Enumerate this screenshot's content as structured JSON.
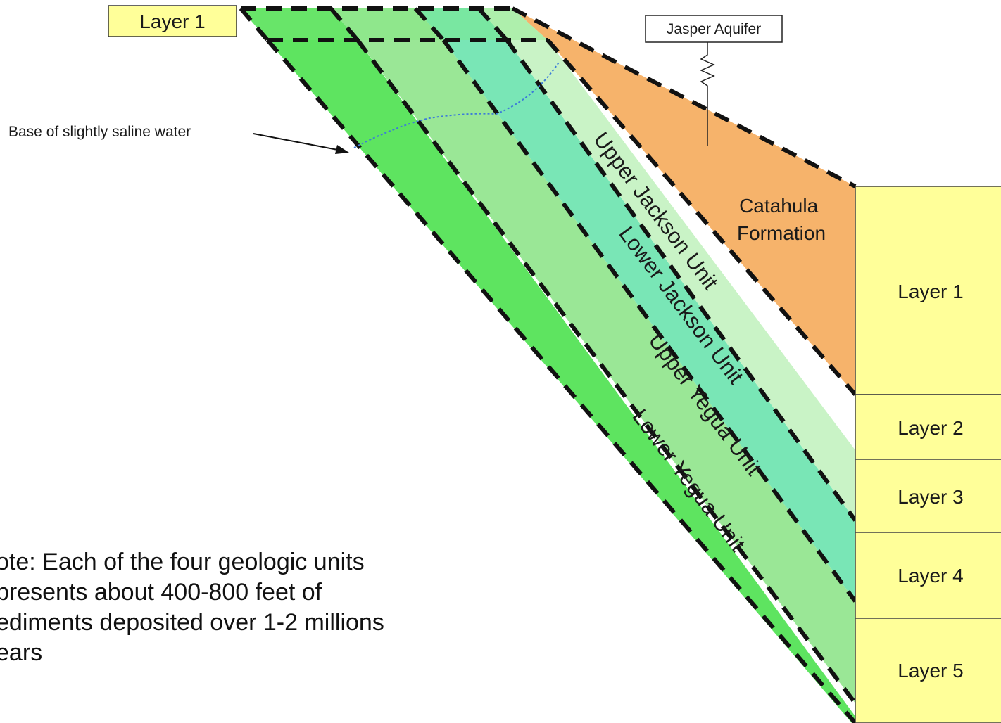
{
  "top_box_label": "Layer 1",
  "jasper_label": "Jasper Aquifer",
  "saline_label": "Base of slightly saline water",
  "catahula_lines": [
    "Catahula",
    "Formation"
  ],
  "units": [
    {
      "name": "Upper Jackson Unit"
    },
    {
      "name": "Lower Jackson Unit"
    },
    {
      "name": "Upper Yegua Unit"
    },
    {
      "name": "Lower Yegua Unit"
    }
  ],
  "layers": [
    "Layer 1",
    "Layer 2",
    "Layer 3",
    "Layer 4",
    "Layer 5"
  ],
  "note_lines": [
    "ote: Each of the four geologic units",
    "presents about  400-800 feet of",
    "ediments deposited over 1-2 millions",
    "ears"
  ],
  "colors": {
    "catahula": "#f6b36b",
    "upper_jackson": "#c9f3c6",
    "lower_jackson": "#79e6b6",
    "upper_yegua": "#9ae796",
    "lower_yegua": "#5ee460",
    "layer_box": "#ffff99",
    "saline_line": "#3d7dd8"
  }
}
